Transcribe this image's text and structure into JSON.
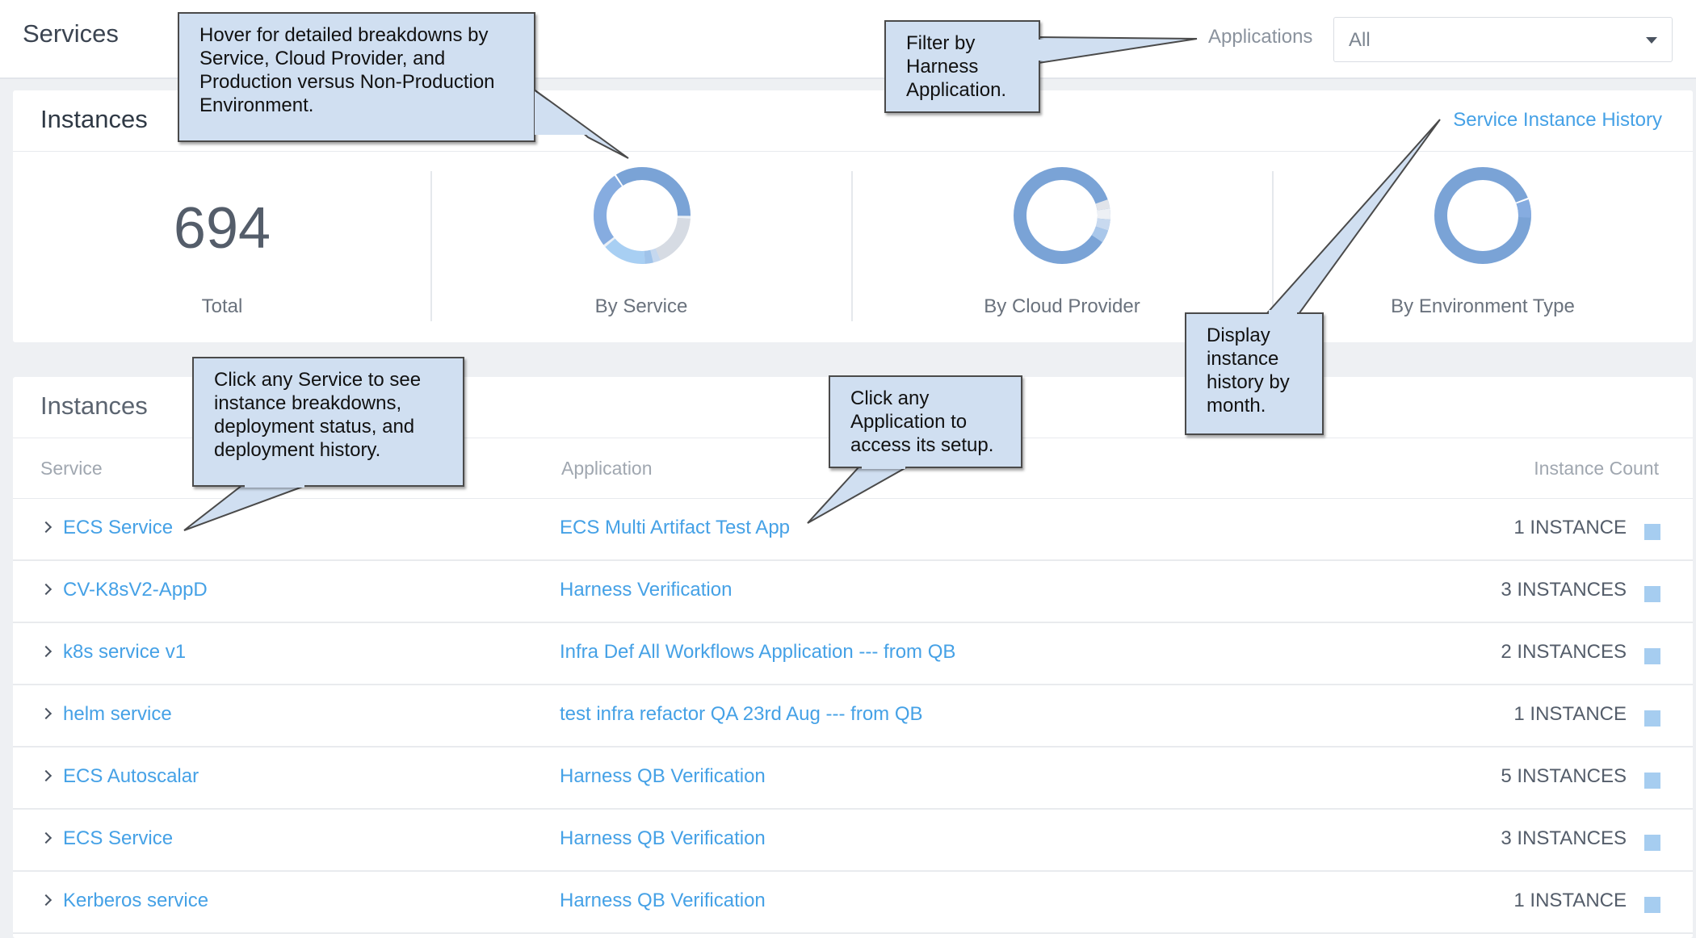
{
  "header": {
    "title": "Services",
    "applications_label": "Applications",
    "applications_value": "All"
  },
  "summary": {
    "title": "Instances",
    "history_link": "Service Instance History",
    "total_value": "694",
    "total_label": "Total",
    "by_service_label": "By Service",
    "by_cloud_label": "By Cloud Provider",
    "by_env_label": "By Environment Type"
  },
  "list": {
    "title": "Instances",
    "columns": {
      "service": "Service",
      "application": "Application",
      "count": "Instance Count"
    },
    "rows": [
      {
        "service": "ECS Service",
        "application": "ECS Multi Artifact Test App",
        "count": "1 INSTANCE"
      },
      {
        "service": "CV-K8sV2-AppD",
        "application": "Harness Verification",
        "count": "3 INSTANCES"
      },
      {
        "service": "k8s service v1",
        "application": "Infra Def All Workflows Application --- from QB",
        "count": "2 INSTANCES"
      },
      {
        "service": "helm service",
        "application": "test infra refactor QA 23rd Aug --- from QB",
        "count": "1 INSTANCE"
      },
      {
        "service": "ECS Autoscalar",
        "application": "Harness QB Verification",
        "count": "5 INSTANCES"
      },
      {
        "service": "ECS Service",
        "application": "Harness QB Verification",
        "count": "3 INSTANCES"
      },
      {
        "service": "Kerberos service",
        "application": "Harness QB Verification",
        "count": "1 INSTANCE"
      }
    ]
  },
  "callouts": {
    "hover": "Hover for detailed breakdowns  by\nService, Cloud Provider, and\nProduction versus Non-Production\nEnvironment.",
    "filter": "Filter by\nHarness\nApplication.",
    "history": "Display\ninstance\nhistory by\nmonth.",
    "service": "Click any Service to see\ninstance breakdowns,\ndeployment status, and\ndeployment history.",
    "application": "Click any\nApplication to\naccess its setup."
  },
  "colors": {
    "link": "#45a1e6",
    "donut_primary": "#7aa3d6",
    "callout_bg": "#d0dff1"
  }
}
